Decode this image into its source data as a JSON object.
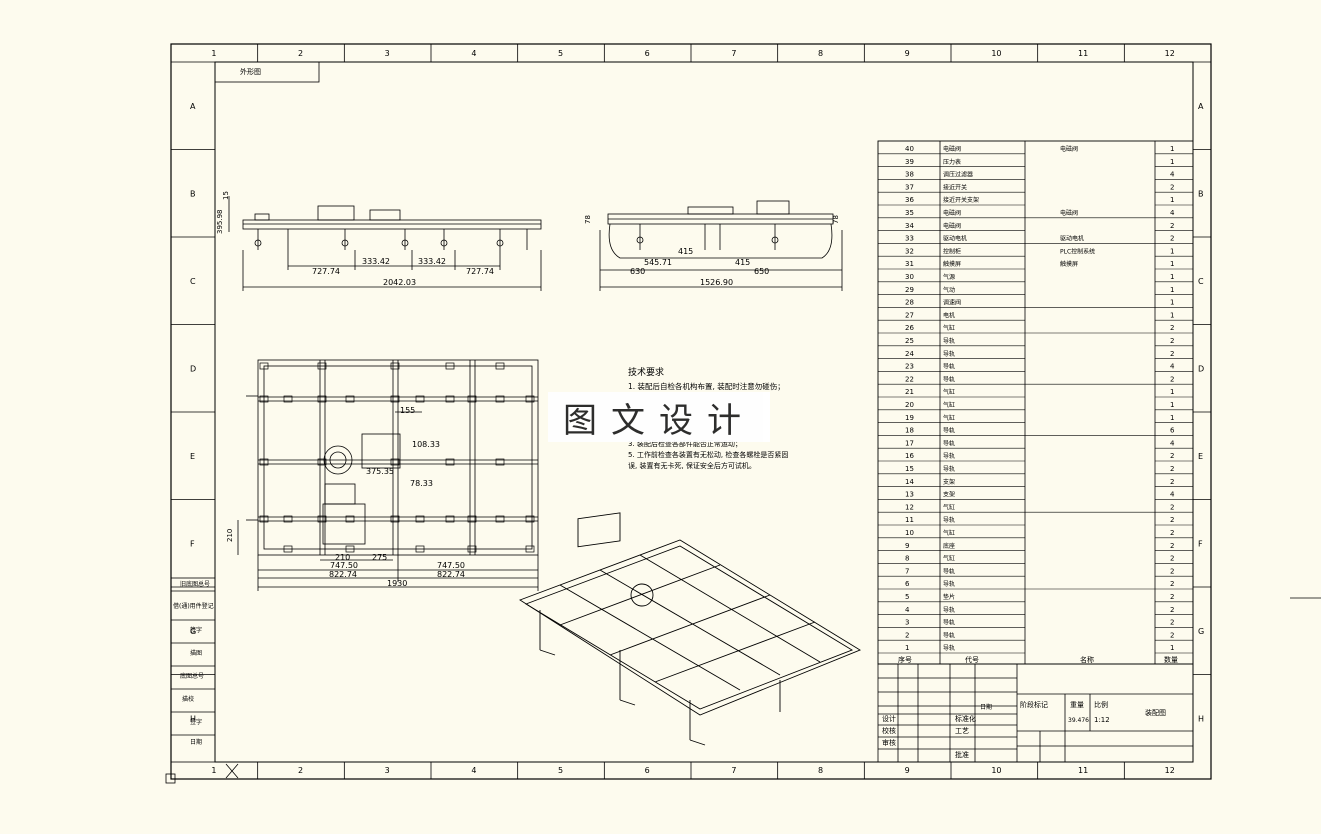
{
  "drawing": {
    "col_labels": [
      "1",
      "2",
      "3",
      "4",
      "5",
      "6",
      "7",
      "8",
      "9",
      "10",
      "11",
      "12"
    ],
    "row_labels": [
      "A",
      "B",
      "C",
      "D",
      "E",
      "F",
      "G",
      "H"
    ],
    "corner_tag": "外形图",
    "watermark": "图文设计",
    "tech_title": "技术要求",
    "tech_line1": "1. 装配后自检各机构布置, 装配时注意勿碰伤；",
    "tech_line3": "3. 装配后检查各部件能否正常运动；",
    "tech_line5": "5. 工作前检查各装置有无松动, 检查各螺栓是否紧固",
    "tech_line5b": "误, 装置有无卡死, 保证安全后方可试机。",
    "front_view": {
      "dims": [
        "727.74",
        "333.42",
        "333.42",
        "727.74",
        "2042.03"
      ],
      "vert_dims": [
        "15",
        "395.98"
      ]
    },
    "side_view": {
      "dims": [
        "545.71",
        "415",
        "415",
        "630",
        "650",
        "1526.90"
      ],
      "vert_dims": [
        "78",
        "78"
      ]
    },
    "top_view": {
      "dims": [
        "155",
        "108.33",
        "375.35",
        "78.33",
        "210",
        "275",
        "747.50",
        "747.50",
        "822.74",
        "822.74",
        "1930",
        "210"
      ]
    },
    "left_block_labels": [
      "借(通)用件登记",
      "旧底图总号",
      "签字",
      "日期",
      "底图总号",
      "描图",
      "描校",
      "签字"
    ],
    "bom": {
      "rows": [
        {
          "no": "40",
          "name": "电磁阀",
          "spec": "电磁阀",
          "qty": "1"
        },
        {
          "no": "39",
          "name": "压力表",
          "spec": "",
          "qty": "1"
        },
        {
          "no": "38",
          "name": "调压过滤器",
          "spec": "",
          "qty": "4"
        },
        {
          "no": "37",
          "name": "接近开关",
          "spec": "",
          "qty": "2"
        },
        {
          "no": "36",
          "name": "接近开关支架",
          "spec": "",
          "qty": "1"
        },
        {
          "no": "35",
          "name": "电磁阀",
          "spec": "电磁阀",
          "qty": "4"
        },
        {
          "no": "34",
          "name": "电磁阀",
          "spec": "",
          "qty": "2"
        },
        {
          "no": "33",
          "name": "驱动电机",
          "spec": "驱动电机",
          "qty": "2"
        },
        {
          "no": "32",
          "name": "控制柜",
          "spec": "PLC控制系统",
          "qty": "1"
        },
        {
          "no": "31",
          "name": "触摸屏",
          "spec": "触摸屏",
          "qty": "1"
        },
        {
          "no": "30",
          "name": "气源",
          "spec": "",
          "qty": "1"
        },
        {
          "no": "29",
          "name": "气动",
          "spec": "",
          "qty": "1"
        },
        {
          "no": "28",
          "name": "调速阀",
          "spec": "",
          "qty": "1"
        },
        {
          "no": "27",
          "name": "电机",
          "spec": "",
          "qty": "1"
        },
        {
          "no": "26",
          "name": "气缸",
          "spec": "",
          "qty": "2"
        },
        {
          "no": "25",
          "name": "导轨",
          "spec": "",
          "qty": "2"
        },
        {
          "no": "24",
          "name": "导轨",
          "spec": "",
          "qty": "2"
        },
        {
          "no": "23",
          "name": "导轨",
          "spec": "",
          "qty": "4"
        },
        {
          "no": "22",
          "name": "导轨",
          "spec": "",
          "qty": "2"
        },
        {
          "no": "21",
          "name": "气缸",
          "spec": "",
          "qty": "1"
        },
        {
          "no": "20",
          "name": "气缸",
          "spec": "",
          "qty": "1"
        },
        {
          "no": "19",
          "name": "气缸",
          "spec": "",
          "qty": "1"
        },
        {
          "no": "18",
          "name": "导轨",
          "spec": "",
          "qty": "6"
        },
        {
          "no": "17",
          "name": "导轨",
          "spec": "",
          "qty": "4"
        },
        {
          "no": "16",
          "name": "导轨",
          "spec": "",
          "qty": "2"
        },
        {
          "no": "15",
          "name": "导轨",
          "spec": "",
          "qty": "2"
        },
        {
          "no": "14",
          "name": "支架",
          "spec": "",
          "qty": "2"
        },
        {
          "no": "13",
          "name": "支架",
          "spec": "",
          "qty": "4"
        },
        {
          "no": "12",
          "name": "气缸",
          "spec": "",
          "qty": "2"
        },
        {
          "no": "11",
          "name": "导轨",
          "spec": "",
          "qty": "2"
        },
        {
          "no": "10",
          "name": "气缸",
          "spec": "",
          "qty": "2"
        },
        {
          "no": "9",
          "name": "底座",
          "spec": "",
          "qty": "2"
        },
        {
          "no": "8",
          "name": "气缸",
          "spec": "",
          "qty": "2"
        },
        {
          "no": "7",
          "name": "导轨",
          "spec": "",
          "qty": "2"
        },
        {
          "no": "6",
          "name": "导轨",
          "spec": "",
          "qty": "2"
        },
        {
          "no": "5",
          "name": "垫片",
          "spec": "",
          "qty": "2"
        },
        {
          "no": "4",
          "name": "导轨",
          "spec": "",
          "qty": "2"
        },
        {
          "no": "3",
          "name": "导轨",
          "spec": "",
          "qty": "2"
        },
        {
          "no": "2",
          "name": "导轨",
          "spec": "",
          "qty": "2"
        },
        {
          "no": "1",
          "name": "导轨",
          "spec": "",
          "qty": "1"
        }
      ],
      "header": {
        "no": "序号",
        "code": "代号",
        "name": "名称",
        "qty": "数量"
      }
    },
    "title_block": {
      "labels": [
        "设计",
        "校核",
        "审核",
        "工艺",
        "标准化",
        "批准",
        "日期",
        "阶段标记",
        "重量",
        "比例"
      ],
      "scale": "1:12",
      "weight": "39.476",
      "drawing_name": "装配图"
    }
  }
}
